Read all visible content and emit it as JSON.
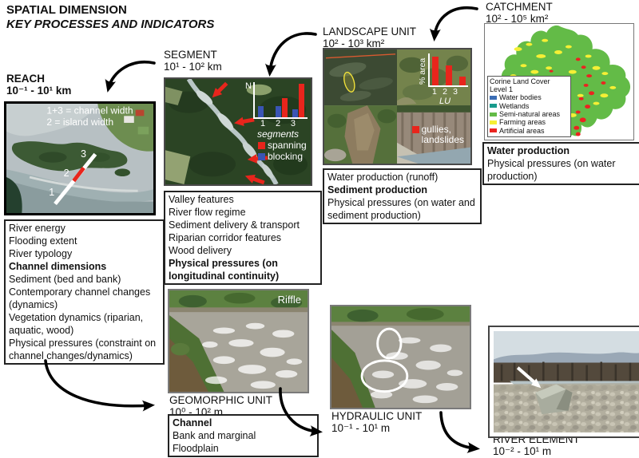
{
  "title": {
    "line1": "SPATIAL DIMENSION",
    "line2": "KEY PROCESSES AND INDICATORS"
  },
  "catchment": {
    "name": "CATCHMENT",
    "range": "10² - 10⁵ km²",
    "map_legend": {
      "title_line1": "Corine Land Cover",
      "title_line2": "Level 1",
      "items": [
        {
          "label": "Water bodies",
          "color": "#3b6db4"
        },
        {
          "label": "Wetlands",
          "color": "#189b8c"
        },
        {
          "label": "Semi-natural areas",
          "color": "#63bb47"
        },
        {
          "label": "Farming areas",
          "color": "#f5ef35"
        },
        {
          "label": "Artificial areas",
          "color": "#ea2420"
        }
      ]
    },
    "indicators": [
      {
        "text": "Water production",
        "bold": true
      },
      {
        "text": "Physical pressures (on water production)",
        "bold": false
      }
    ]
  },
  "landscape_unit": {
    "name": "LANDSCAPE UNIT",
    "range": "10² - 10³ km²",
    "indicators": [
      {
        "text": "Water production (runoff)",
        "bold": false
      },
      {
        "text": "Sediment production",
        "bold": true
      },
      {
        "text": "Physical pressures (on water and sediment production)",
        "bold": false
      }
    ],
    "chart": {
      "type": "bar",
      "ylabel": "% area",
      "xlabel": "LU",
      "categories": [
        "1",
        "2",
        "3"
      ],
      "series": [
        {
          "name": "gullies, landslides",
          "color": "#e8251c",
          "values": [
            90,
            62,
            28
          ]
        }
      ],
      "legend_line1": "gullies,",
      "legend_line2": "landslides",
      "ylim": [
        0,
        100
      ]
    }
  },
  "segment": {
    "name": "SEGMENT",
    "range": "10¹ - 10² km",
    "indicators": [
      {
        "text": "Valley features",
        "bold": false
      },
      {
        "text": "River flow regime",
        "bold": false
      },
      {
        "text": "Sediment delivery & transport",
        "bold": false
      },
      {
        "text": "Riparian corridor features",
        "bold": false
      },
      {
        "text": "Wood delivery",
        "bold": false
      },
      {
        "text": "Physical pressures (on longitudinal continuity)",
        "bold": true
      }
    ],
    "chart": {
      "type": "bar",
      "ylabel": "N",
      "xlabel": "segments",
      "categories": [
        "1",
        "2",
        "3"
      ],
      "series": [
        {
          "name": "spanning",
          "color": "#e8251c",
          "values": [
            0,
            55,
            95
          ]
        },
        {
          "name": "blocking",
          "color": "#3a55b4",
          "values": [
            32,
            32,
            22
          ]
        }
      ]
    }
  },
  "reach": {
    "name": "REACH",
    "range": "10⁻¹ - 10¹ km",
    "photo_annotation": {
      "line1": "1+3 = channel width",
      "line2": "2 = island width",
      "markers": [
        "1",
        "2",
        "3"
      ]
    },
    "indicators": [
      {
        "text": "River energy",
        "bold": false
      },
      {
        "text": "Flooding extent",
        "bold": false
      },
      {
        "text": "River typology",
        "bold": false
      },
      {
        "text": "Channel dimensions",
        "bold": true
      },
      {
        "text": "Sediment (bed and bank)",
        "bold": false
      },
      {
        "text": "Contemporary channel changes (dynamics)",
        "bold": false
      },
      {
        "text": "Vegetation dynamics (riparian, aquatic, wood)",
        "bold": false
      },
      {
        "text": "Physical pressures (constraint on channel changes/dynamics)",
        "bold": false
      }
    ]
  },
  "geomorphic_unit": {
    "name": "GEOMORPHIC UNIT",
    "range": "10⁰ - 10² m",
    "photo_label": "Riffle",
    "indicators": [
      {
        "text": "Channel",
        "bold": true
      },
      {
        "text": "Bank and marginal",
        "bold": false
      },
      {
        "text": "Floodplain",
        "bold": false
      }
    ]
  },
  "hydraulic_unit": {
    "name": "HYDRAULIC UNIT",
    "range": "10⁻¹ - 10¹ m"
  },
  "river_element": {
    "name": "RIVER ELEMENT",
    "range": "10⁻² - 10¹ m"
  }
}
